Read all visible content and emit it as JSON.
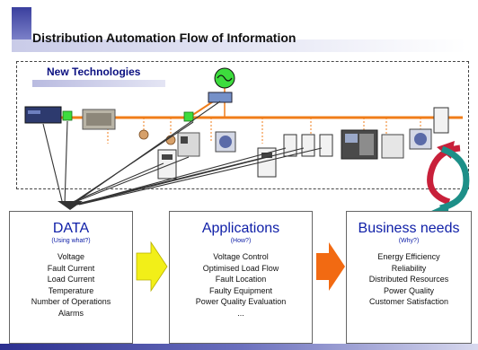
{
  "title": "Distribution Automation Flow of Information",
  "technologies_label": "New Technologies",
  "panels": {
    "data": {
      "title": "DATA",
      "subtitle": "(Using what?)",
      "items": [
        "Voltage",
        "Fault Current",
        "Load Current",
        "Temperature",
        "Number of Operations",
        "Alarms"
      ]
    },
    "applications": {
      "title": "Applications",
      "subtitle": "(How?)",
      "items": [
        "Voltage Control",
        "Optimised Load Flow",
        "Fault Location",
        "Faulty Equipment",
        "Power Quality Evaluation",
        "..."
      ]
    },
    "business": {
      "title": "Business needs",
      "subtitle": "(Why?)",
      "items": [
        "Energy Efficiency",
        "Reliability",
        "Distributed Resources",
        "Power Quality",
        "Customer Satisfaction"
      ]
    }
  },
  "colors": {
    "bus_line": "#f07d1a",
    "arrow_yellow": "#f2ef18",
    "arrow_orange": "#f26a12",
    "cycle_red": "#c8203a",
    "cycle_teal": "#1d8f88",
    "title_blue": "#1020a8",
    "node_green": "#3ddc3d"
  }
}
